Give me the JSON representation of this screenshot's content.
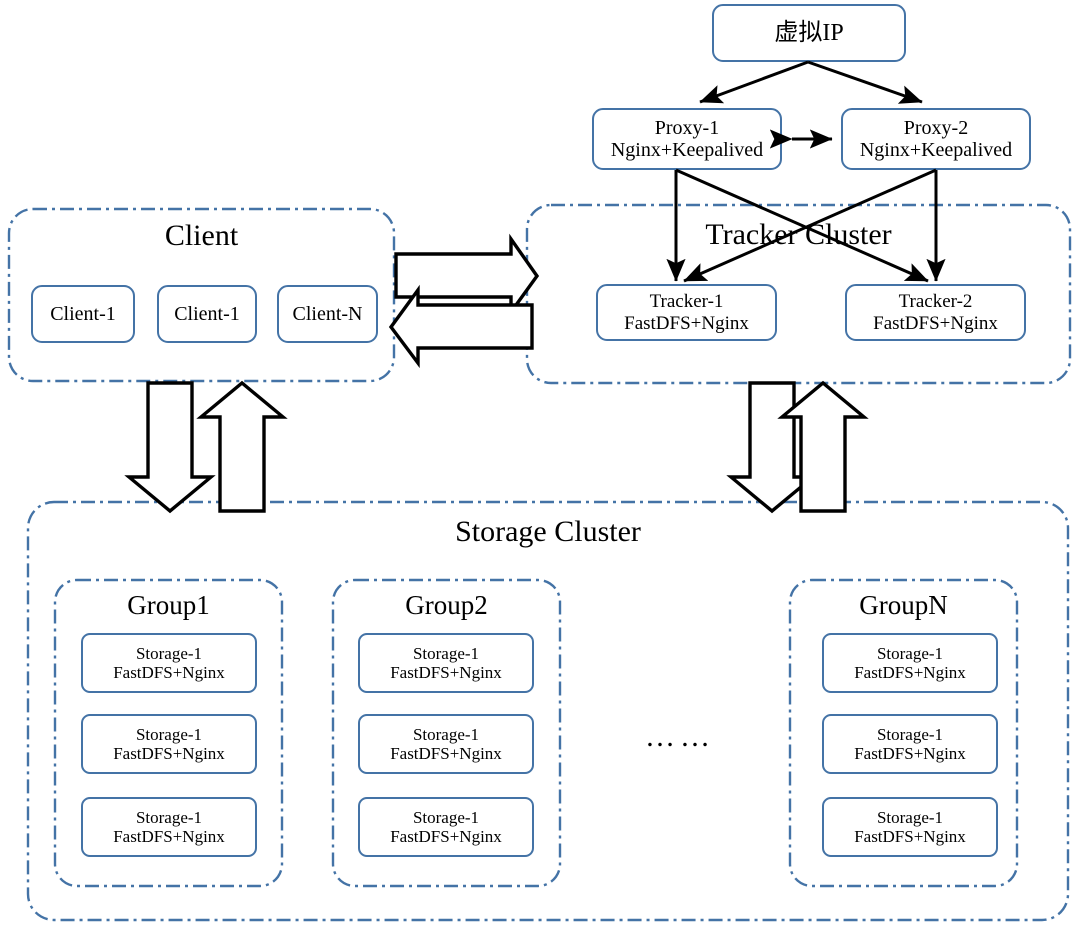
{
  "diagram": {
    "title": "FastDFS Distributed File System Cluster Architecture",
    "colors": {
      "node_border": "#4473a6",
      "cluster_border": "#4473a6",
      "arrow": "#000000",
      "background": "#ffffff"
    }
  },
  "vip": {
    "label": "虚拟IP"
  },
  "proxies": [
    {
      "name": "Proxy-1",
      "stack": "Nginx+Keepalived"
    },
    {
      "name": "Proxy-2",
      "stack": "Nginx+Keepalived"
    }
  ],
  "tracker_cluster": {
    "title": "Tracker Cluster",
    "nodes": [
      {
        "name": "Tracker-1",
        "stack": "FastDFS+Nginx"
      },
      {
        "name": "Tracker-2",
        "stack": "FastDFS+Nginx"
      }
    ]
  },
  "client_cluster": {
    "title": "Client",
    "nodes": [
      {
        "name": "Client-1"
      },
      {
        "name": "Client-1"
      },
      {
        "name": "Client-N"
      }
    ]
  },
  "storage_cluster": {
    "title": "Storage Cluster",
    "ellipsis": "……",
    "groups": [
      {
        "title": "Group1",
        "nodes": [
          {
            "name": "Storage-1",
            "stack": "FastDFS+Nginx"
          },
          {
            "name": "Storage-1",
            "stack": "FastDFS+Nginx"
          },
          {
            "name": "Storage-1",
            "stack": "FastDFS+Nginx"
          }
        ]
      },
      {
        "title": "Group2",
        "nodes": [
          {
            "name": "Storage-1",
            "stack": "FastDFS+Nginx"
          },
          {
            "name": "Storage-1",
            "stack": "FastDFS+Nginx"
          },
          {
            "name": "Storage-1",
            "stack": "FastDFS+Nginx"
          }
        ]
      },
      {
        "title": "GroupN",
        "nodes": [
          {
            "name": "Storage-1",
            "stack": "FastDFS+Nginx"
          },
          {
            "name": "Storage-1",
            "stack": "FastDFS+Nginx"
          },
          {
            "name": "Storage-1",
            "stack": "FastDFS+Nginx"
          }
        ]
      }
    ]
  },
  "connections": [
    {
      "from": "虚拟IP",
      "to": "Proxy-1",
      "style": "single-arrow"
    },
    {
      "from": "虚拟IP",
      "to": "Proxy-2",
      "style": "single-arrow"
    },
    {
      "from": "Proxy-1",
      "to": "Proxy-2",
      "style": "double-arrow"
    },
    {
      "from": "Proxy-1",
      "to": "Tracker-1",
      "style": "single-arrow"
    },
    {
      "from": "Proxy-1",
      "to": "Tracker-2",
      "style": "single-arrow"
    },
    {
      "from": "Proxy-2",
      "to": "Tracker-1",
      "style": "single-arrow"
    },
    {
      "from": "Proxy-2",
      "to": "Tracker-2",
      "style": "single-arrow"
    },
    {
      "from": "Client",
      "to": "Tracker Cluster",
      "style": "block-arrow-right"
    },
    {
      "from": "Tracker Cluster",
      "to": "Client",
      "style": "block-arrow-left"
    },
    {
      "from": "Client",
      "to": "Storage Cluster",
      "style": "block-arrow-down"
    },
    {
      "from": "Storage Cluster",
      "to": "Client",
      "style": "block-arrow-up"
    },
    {
      "from": "Tracker Cluster",
      "to": "Storage Cluster",
      "style": "block-arrow-down"
    },
    {
      "from": "Storage Cluster",
      "to": "Tracker Cluster",
      "style": "block-arrow-up"
    }
  ]
}
